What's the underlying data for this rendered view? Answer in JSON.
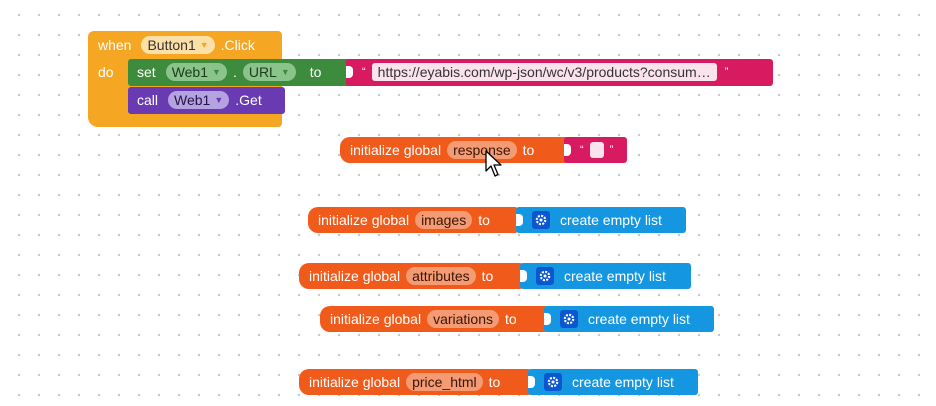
{
  "event_block": {
    "when": "when",
    "component": "Button1",
    "event": ".Click",
    "do": "do"
  },
  "set_block": {
    "set": "set",
    "component": "Web1",
    "dot": ".",
    "property": "URL",
    "to": "to",
    "url_value": "https://eyabis.com/wp-json/wc/v3/products?consum…"
  },
  "call_block": {
    "call": "call",
    "component": "Web1",
    "method": ".Get"
  },
  "globals": [
    {
      "prefix": "initialize global",
      "name": "response",
      "to": "to",
      "value_type": "empty-text"
    },
    {
      "prefix": "initialize global",
      "name": "images",
      "to": "to",
      "value": "create empty list"
    },
    {
      "prefix": "initialize global",
      "name": "attributes",
      "to": "to",
      "value": "create empty list"
    },
    {
      "prefix": "initialize global",
      "name": "variations",
      "to": "to",
      "value": "create empty list"
    },
    {
      "prefix": "initialize global",
      "name": "price_html",
      "to": "to",
      "value": "create empty list"
    }
  ],
  "colors": {
    "event": "#f5a623",
    "set": "#3d8b3d",
    "call": "#6a3ab2",
    "text": "#d81b60",
    "global": "#f05a1a",
    "list": "#1497e0"
  }
}
